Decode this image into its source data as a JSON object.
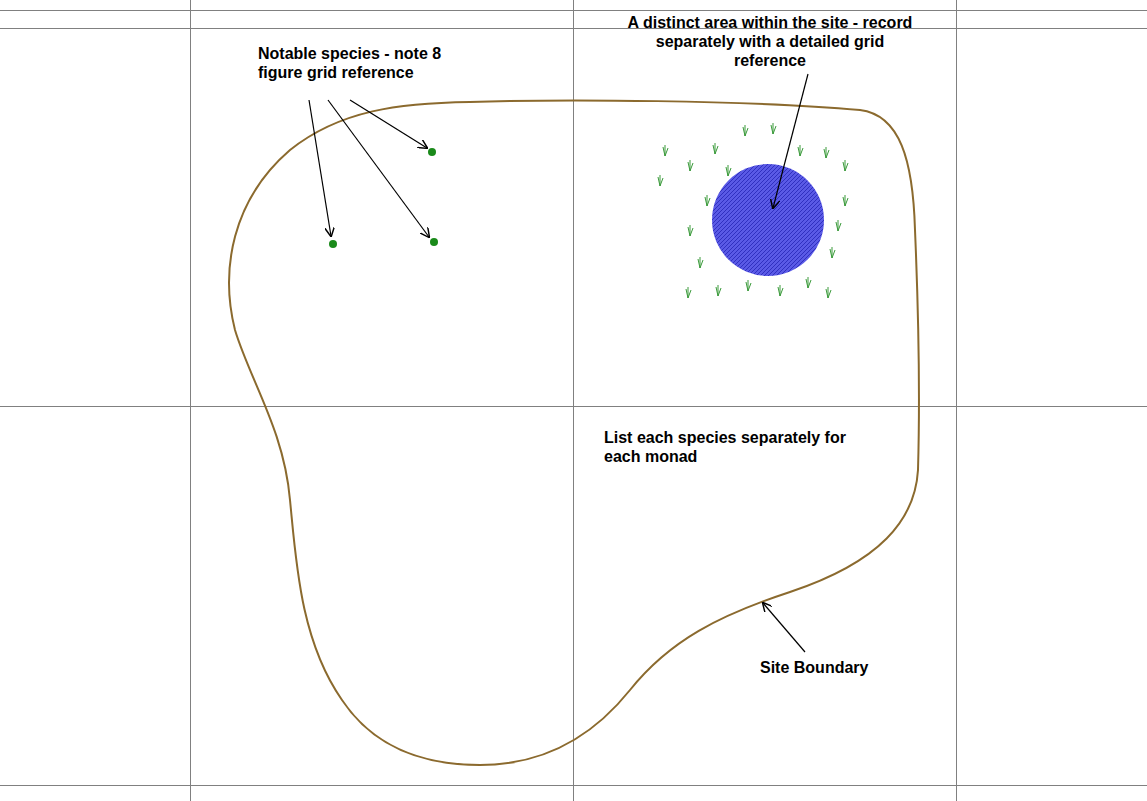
{
  "diagram": {
    "labels": [
      "Notable species - note 8 figure grid reference",
      "A distinct area within the site - record separately with a detailed grid reference",
      "List each species separately for each monad",
      "Site Boundary"
    ]
  }
}
